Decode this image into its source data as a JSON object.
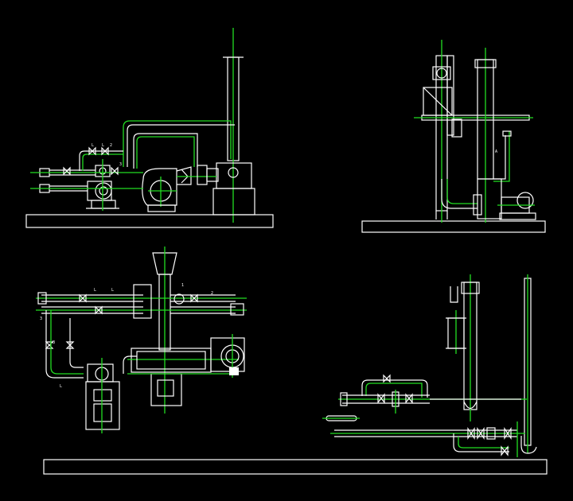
{
  "drawing": {
    "background": "#000000",
    "line_color": "#ffffff",
    "centerline_color": "#22dd22",
    "views": [
      {
        "id": "view-top-left",
        "labels": [
          "L",
          "L",
          "2",
          "3"
        ]
      },
      {
        "id": "view-top-right",
        "labels": [
          "A"
        ]
      },
      {
        "id": "view-bottom-left",
        "labels": [
          "L",
          "L",
          "1",
          "2",
          "3",
          "B",
          "L"
        ]
      },
      {
        "id": "view-bottom-right",
        "labels": []
      }
    ]
  }
}
